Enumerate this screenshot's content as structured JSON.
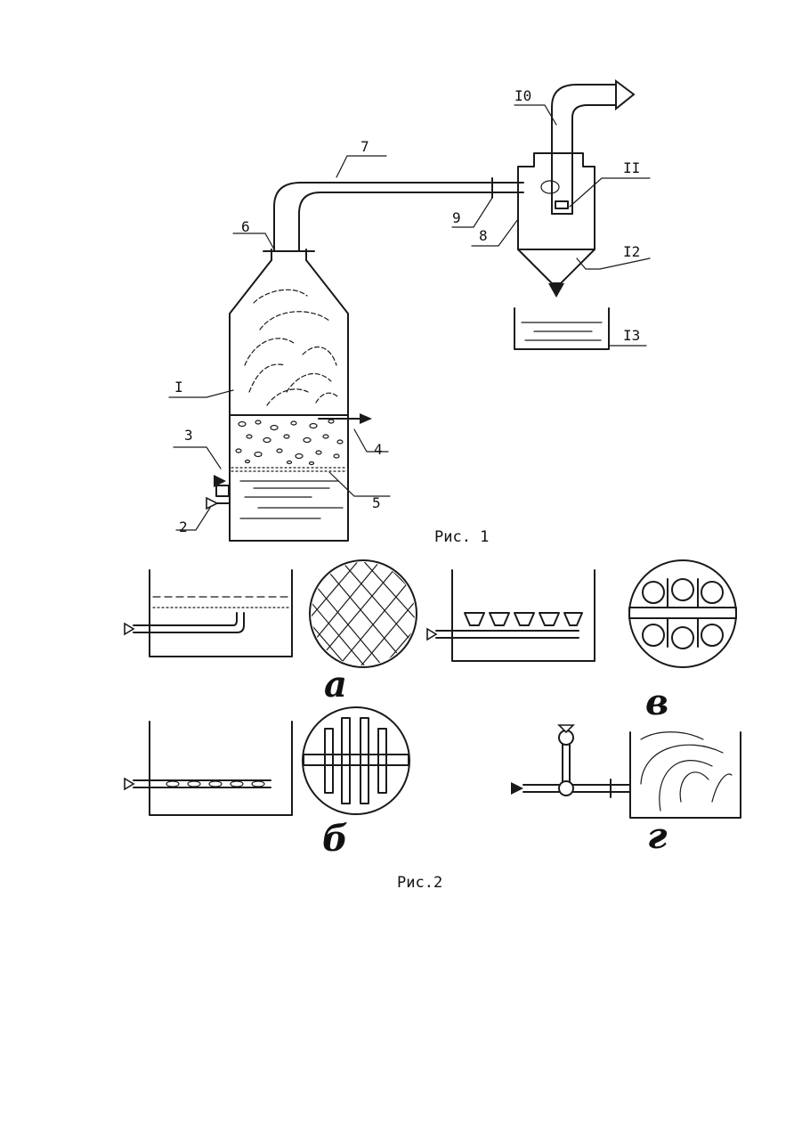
{
  "figure1": {
    "caption": "Рис. 1",
    "labels": {
      "l1": "I",
      "l2": "2",
      "l3": "3",
      "l4": "4",
      "l5": "5",
      "l6": "6",
      "l7": "7",
      "l8": "8",
      "l9": "9",
      "l10": "I0",
      "l11": "II",
      "l12": "I2",
      "l13": "I3"
    }
  },
  "figure2": {
    "caption": "Рис.2",
    "variants": {
      "a": "а",
      "b": "б",
      "v": "в",
      "g": "г"
    }
  }
}
